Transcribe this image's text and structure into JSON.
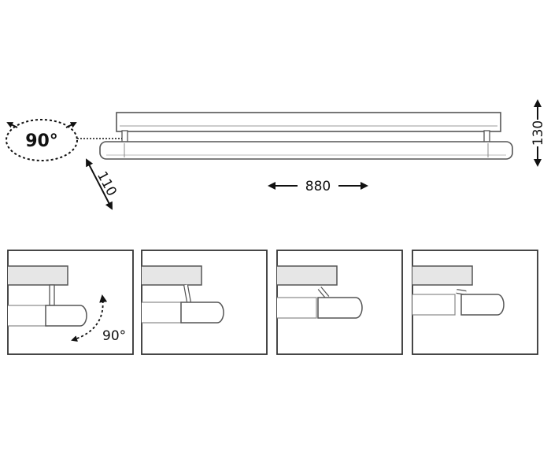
{
  "main_view": {
    "rotation_label": "90°",
    "depth_label": "110",
    "height_label": "130",
    "length_label": "880"
  },
  "panels": [
    {
      "id": "step-1",
      "rotation_label": "90°"
    },
    {
      "id": "step-2"
    },
    {
      "id": "step-3"
    },
    {
      "id": "step-4"
    }
  ],
  "colors": {
    "line": "#555555",
    "panel_border": "#333333",
    "fill_light": "#e6e6e6",
    "fill_white": "#ffffff",
    "text": "#111111"
  }
}
